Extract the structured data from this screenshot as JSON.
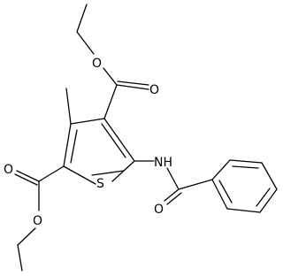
{
  "molecule": {
    "atom_labels": {
      "sulfur": "S",
      "amide_nitrogen": "NH",
      "benzoyl_oxygen": "O",
      "ester_top_carbonyl_oxygen": "O",
      "ester_top_ether_oxygen": "O",
      "ester_left_carbonyl_oxygen": "O",
      "ester_left_ether_oxygen": "O"
    },
    "colors": {
      "ink": "#000000",
      "background": "#ffffff"
    }
  }
}
